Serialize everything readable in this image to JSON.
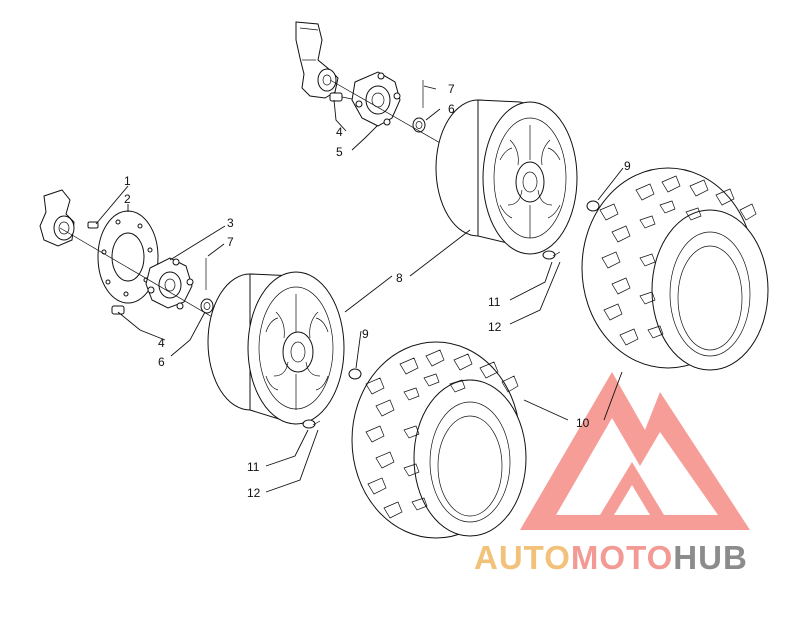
{
  "callouts": [
    {
      "id": "c1",
      "text": "1"
    },
    {
      "id": "c2",
      "text": "2"
    },
    {
      "id": "c3",
      "text": "3"
    },
    {
      "id": "c7a",
      "text": "7"
    },
    {
      "id": "c4a",
      "text": "4"
    },
    {
      "id": "c6a",
      "text": "6"
    },
    {
      "id": "c7b",
      "text": "7"
    },
    {
      "id": "c6b",
      "text": "6"
    },
    {
      "id": "c4b",
      "text": "4"
    },
    {
      "id": "c5",
      "text": "5"
    },
    {
      "id": "c8",
      "text": "8"
    },
    {
      "id": "c9a",
      "text": "9"
    },
    {
      "id": "c9b",
      "text": "9"
    },
    {
      "id": "c10",
      "text": "10"
    },
    {
      "id": "c11a",
      "text": "11"
    },
    {
      "id": "c12a",
      "text": "12"
    },
    {
      "id": "c11b",
      "text": "11"
    },
    {
      "id": "c12b",
      "text": "12"
    }
  ],
  "watermark": {
    "part1": "AUTO",
    "part2": "MOTO",
    "part3": "HUB",
    "colors": {
      "part1": "#f2c27a",
      "part2": "#f08e87",
      "part3": "#8c8c8c",
      "logo": "#f06a60"
    }
  }
}
